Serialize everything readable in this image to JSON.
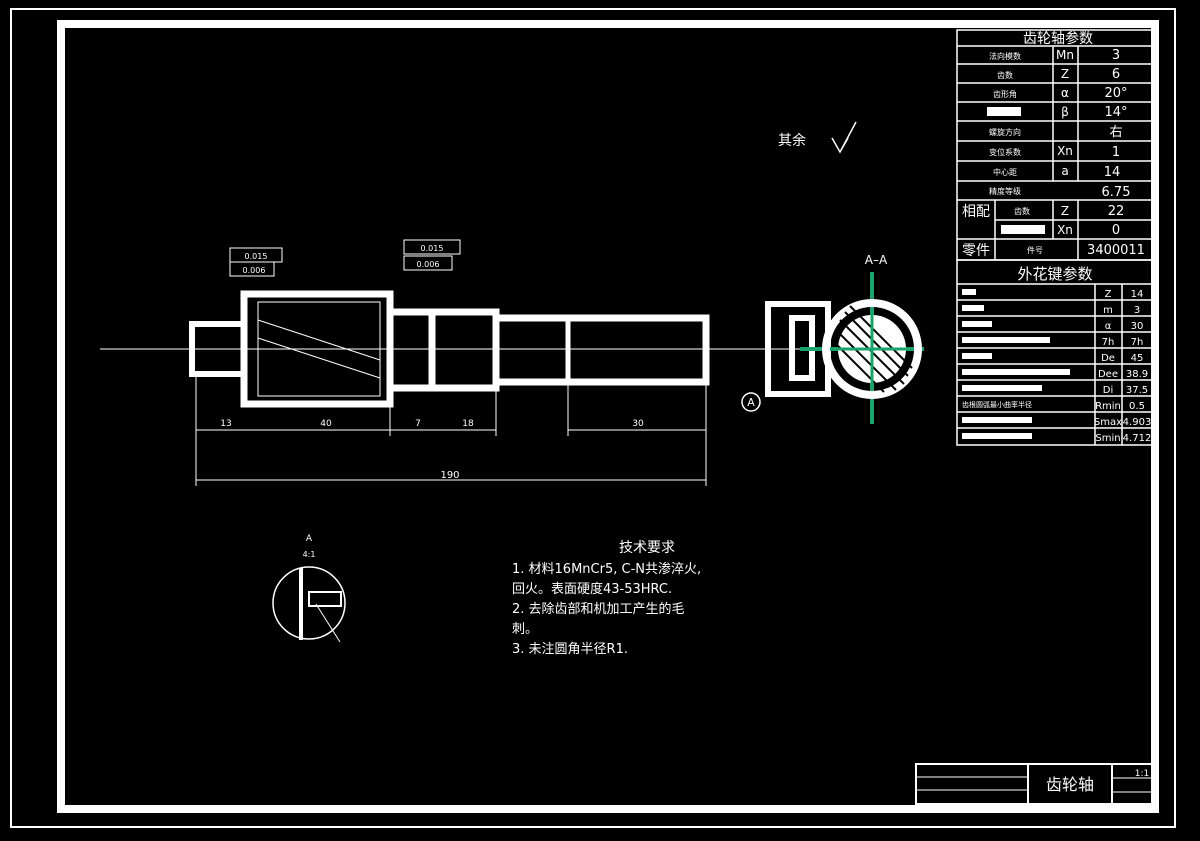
{
  "gear_params": {
    "title": "齿轮轴参数",
    "rows": [
      {
        "label": "法向模数",
        "sym": "Mn",
        "val": "3"
      },
      {
        "label": "齿数",
        "sym": "Z",
        "val": "6"
      },
      {
        "label": "齿形角",
        "sym": "α",
        "val": "20°"
      },
      {
        "label": "",
        "sym": "β",
        "val": "14°"
      },
      {
        "label": "螺旋方向",
        "sym": "",
        "val": "右"
      },
      {
        "label": "变位系数",
        "sym": "Xn",
        "val": "1"
      },
      {
        "label": "中心距",
        "sym": "a",
        "val": "14"
      },
      {
        "label": "精度等级",
        "sym": "",
        "val": "6.75"
      }
    ],
    "mating": {
      "group": "相配",
      "teeth_label": "齿数",
      "teeth_sym": "Z",
      "teeth_val": "22",
      "shift_sym": "Xn",
      "shift_val": "0"
    },
    "part": {
      "group": "零件",
      "label": "件号",
      "val": "3400011"
    }
  },
  "spline_params": {
    "title": "外花键参数",
    "rows": [
      {
        "sym": "Z",
        "val": "14"
      },
      {
        "sym": "m",
        "val": "3"
      },
      {
        "sym": "α",
        "val": "30"
      },
      {
        "sym": "7h",
        "val": "7h"
      },
      {
        "sym": "De",
        "val": "45"
      },
      {
        "sym": "Dee",
        "val": "38.9"
      },
      {
        "sym": "Di",
        "val": "37.5"
      },
      {
        "sym": "Rmin",
        "val": "0.5",
        "label": "齿根圆弧最小曲率半径"
      },
      {
        "sym": "Smax",
        "val": "4.903"
      },
      {
        "sym": "Smin",
        "val": "4.712"
      }
    ]
  },
  "drawing": {
    "surface_note": "其余",
    "section_label": "A–A",
    "detail_label": "A",
    "detail_scale": "4:1",
    "datum": "A",
    "dims": {
      "total": "190",
      "d1": "13",
      "d2": "40",
      "d3": "7",
      "d4": "18",
      "d5": "30"
    },
    "tolerances": [
      "0.015",
      "0.006",
      "0.015",
      "0.006"
    ]
  },
  "tech_req": {
    "title": "技术要求",
    "lines": [
      "1. 材料16MnCr5, C-N共渗淬火,",
      "回火。表面硬度43-53HRC.",
      "2. 去除齿部和机加工产生的毛",
      "刺。",
      "3. 未注圆角半径R1."
    ]
  },
  "title_block": {
    "name": "齿轮轴",
    "scale": "1:1"
  }
}
